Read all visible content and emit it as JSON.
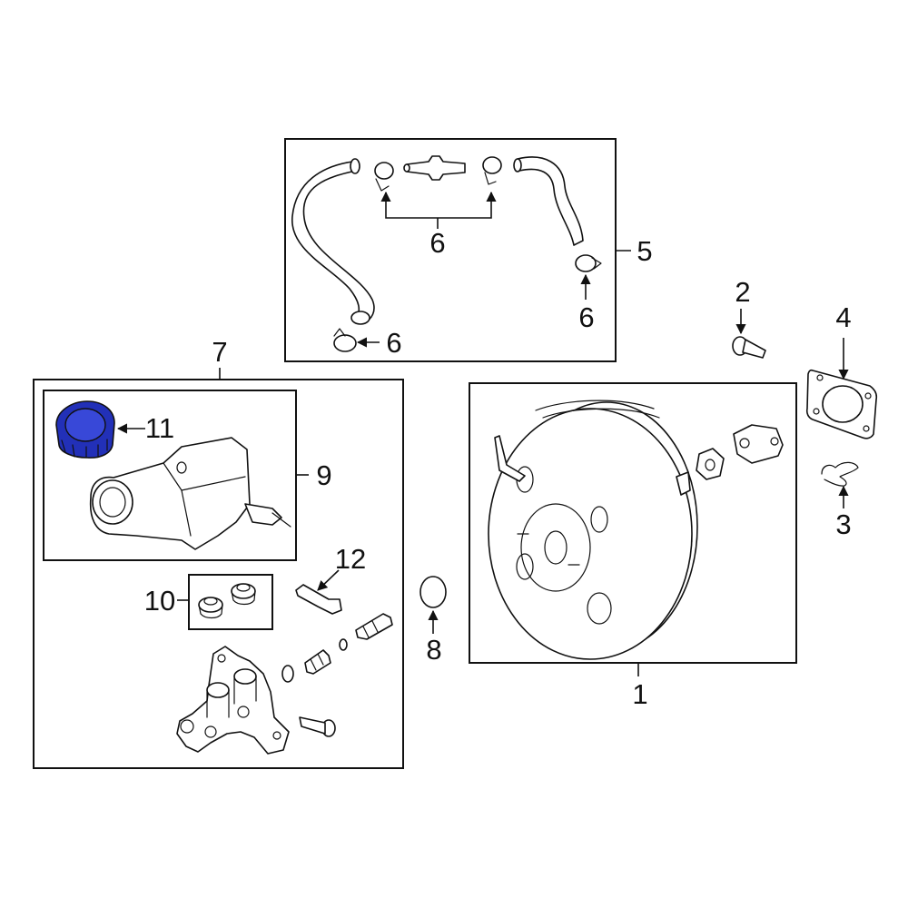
{
  "callouts": {
    "c1": "1",
    "c2": "2",
    "c3": "3",
    "c4": "4",
    "c5": "5",
    "c6a": "6",
    "c6b": "6",
    "c6c": "6",
    "c7": "7",
    "c8": "8",
    "c9": "9",
    "c10": "10",
    "c11": "11",
    "c12": "12"
  },
  "colors": {
    "highlight": "#2230b8",
    "line": "#111111",
    "background": "#ffffff"
  }
}
